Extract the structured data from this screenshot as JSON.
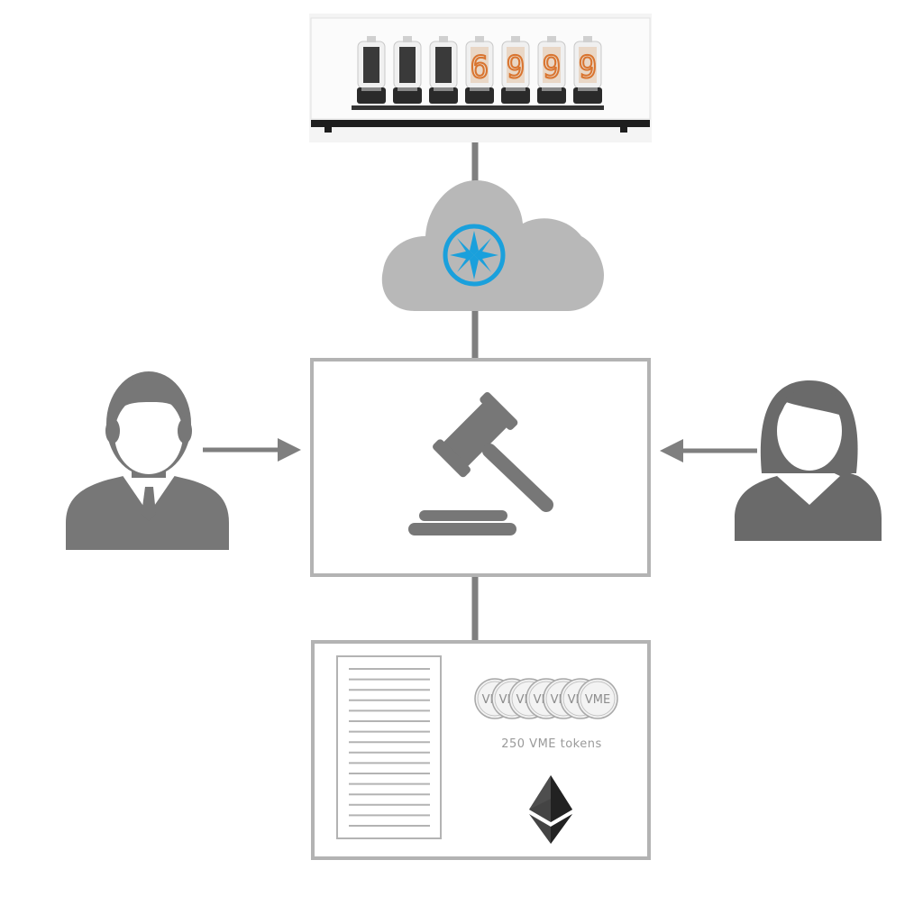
{
  "colors": {
    "gray_dark": "#6e6e6e",
    "gray_mid": "#7f7f7f",
    "gray_line": "#b3b3b3",
    "cloud": "#b8b8b8",
    "accent_blue": "#1aa0dc",
    "nixie_orange": "#d9742f"
  },
  "nixie_display": {
    "unlit_tube_count": 3,
    "lit_digits": [
      "6",
      "9",
      "9",
      "9"
    ]
  },
  "coins": {
    "labels": [
      "VI",
      "VI",
      "VI",
      "VI",
      "VI",
      "VI",
      "VME"
    ]
  },
  "token_label": "250 VME tokens",
  "icons": {
    "cloud": "cloud-icon",
    "compass": "compass-star-icon",
    "gavel": "gavel-icon",
    "male_user": "male-user-icon",
    "female_user": "female-user-icon",
    "document": "document-icon",
    "ethereum": "ethereum-icon"
  }
}
